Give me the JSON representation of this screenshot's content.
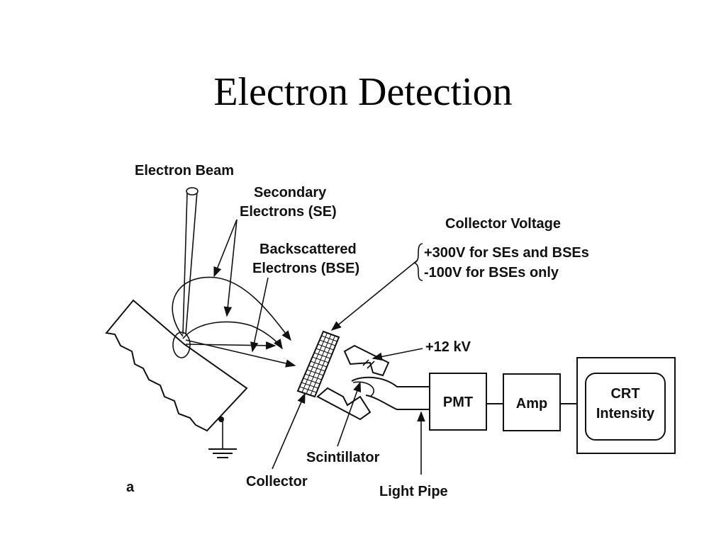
{
  "title": "Electron Detection",
  "labels": {
    "electron_beam": "Electron Beam",
    "secondary_line1": "Secondary",
    "secondary_line2": "Electrons (SE)",
    "backscattered_line1": "Backscattered",
    "backscattered_line2": "Electrons (BSE)",
    "collector_voltage": "Collector Voltage",
    "voltage_option_1": "+300V for SEs and BSEs",
    "voltage_option_2": "-100V for BSEs only",
    "high_voltage": "+12 kV",
    "pmt": "PMT",
    "amp": "Amp",
    "crt_line1": "CRT",
    "crt_line2": "Intensity",
    "scintillator": "Scintillator",
    "collector": "Collector",
    "light_pipe": "Light Pipe",
    "panel_letter": "a"
  }
}
